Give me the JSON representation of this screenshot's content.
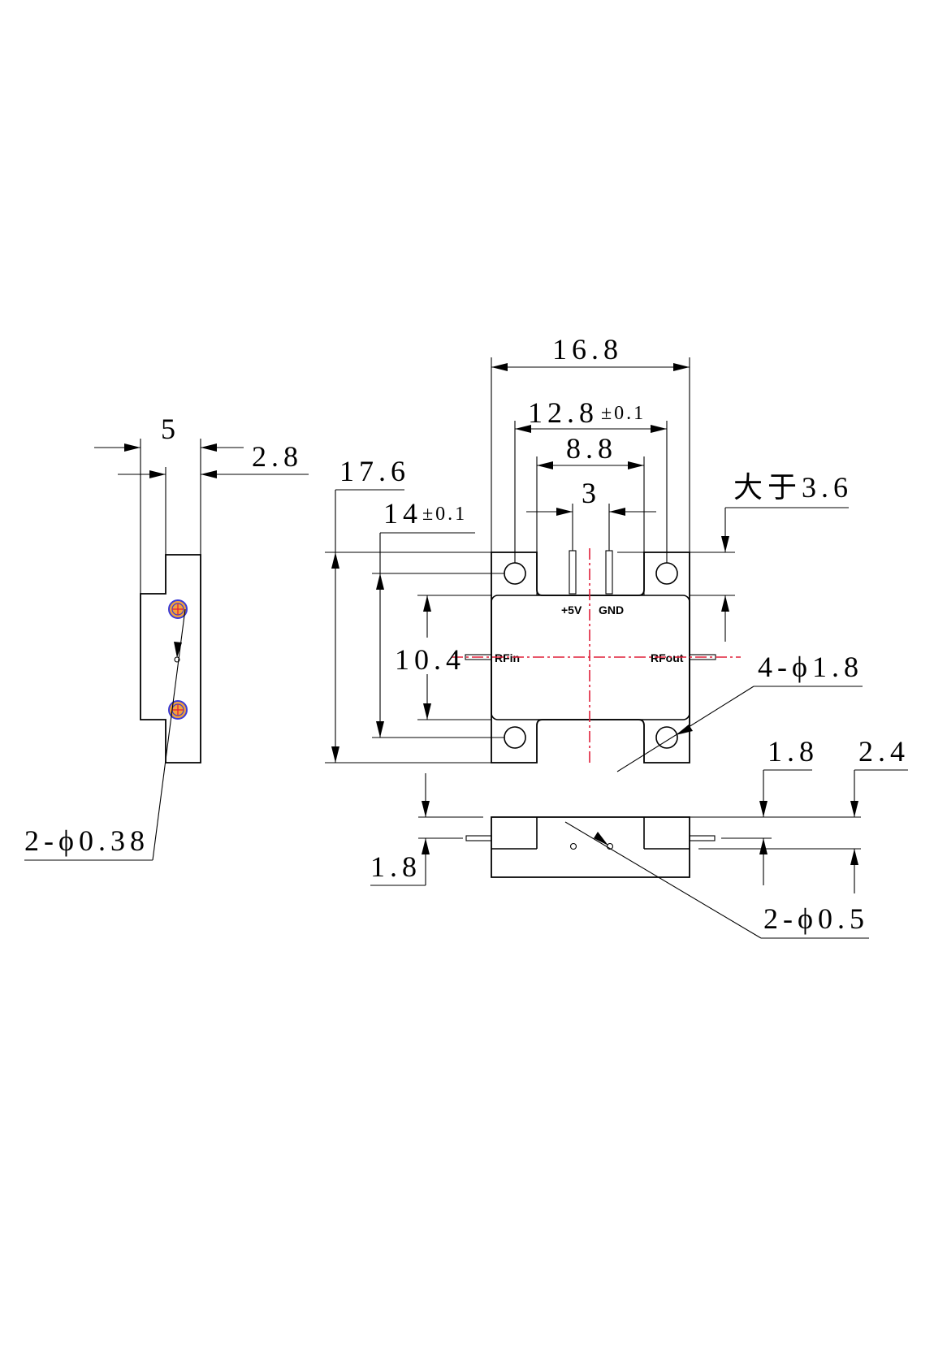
{
  "dimensions": {
    "side_width": "5",
    "side_thickness": "2.8",
    "side_pin_holes": "2-ϕ0.38",
    "overall_height": "17.6",
    "hole_pitch_vertical": "14",
    "hole_pitch_vertical_tol": "±0.1",
    "body_height": "10.4",
    "overall_width": "16.8",
    "hole_pitch_horizontal": "12.8",
    "hole_pitch_horizontal_tol": "±0.1",
    "tab_width": "8.8",
    "pin_spacing": "3",
    "flange_min": "大于3.6",
    "mount_holes": "4-ϕ1.8",
    "bottom_pin_height_left": "1.8",
    "bottom_pin_height_right": "1.8",
    "bottom_total_height": "2.4",
    "bottom_pin_holes": "2-ϕ0.5"
  },
  "pins": {
    "vcc": "+5V",
    "gnd": "GND",
    "rf_in": "RFin",
    "rf_out": "RFout"
  },
  "colors": {
    "centerline": "#e0203a",
    "marker_ring": "#3b3bd6",
    "marker_fill": "#f3a23a"
  }
}
